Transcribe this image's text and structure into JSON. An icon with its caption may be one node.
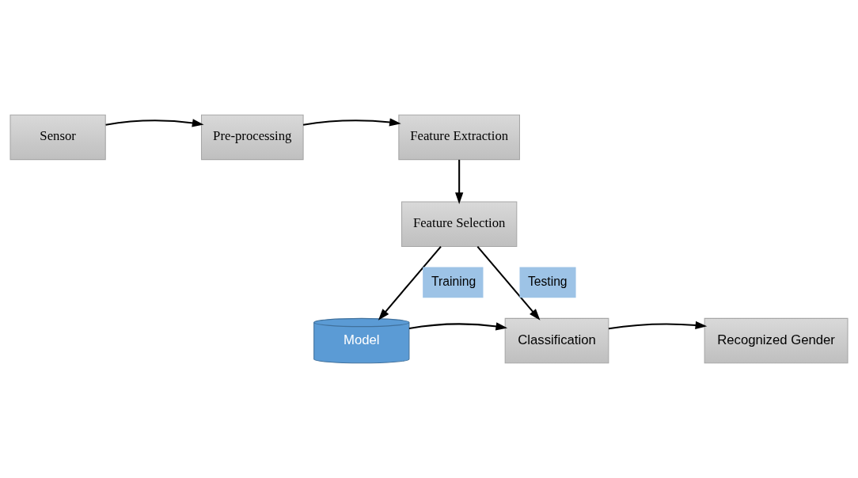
{
  "diagram": {
    "nodes": [
      {
        "text": [
          "Sensor"
        ]
      },
      {
        "text": [
          "Pre-processing"
        ]
      },
      {
        "text": [
          "Feature Extraction"
        ]
      },
      {
        "text": [
          "Feature Selection"
        ]
      },
      {
        "text": [
          "Model"
        ]
      },
      {
        "text": [
          "Classification"
        ]
      },
      {
        "text": [
          "Recognized Gender"
        ]
      }
    ],
    "edges": [
      {
        "from": 0,
        "to": 1,
        "arrow": "to"
      },
      {
        "from": 1,
        "to": 2,
        "arrow": "to"
      },
      {
        "from": 2,
        "to": 3,
        "arrow": "to"
      },
      {
        "from": 3,
        "to": 5,
        "arrow": "to",
        "label": "Testing"
      },
      {
        "from": 3,
        "to": 4,
        "arrow": "to",
        "label": "Training"
      },
      {
        "from": 4,
        "to": 5,
        "arrow": "to"
      },
      {
        "from": 5,
        "to": 6,
        "arrow": "to"
      }
    ]
  }
}
